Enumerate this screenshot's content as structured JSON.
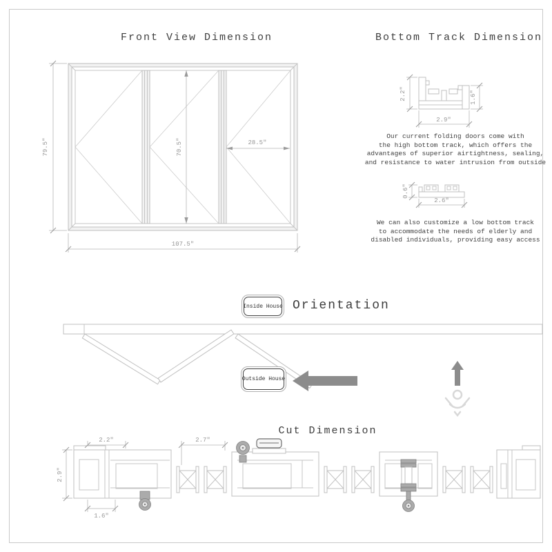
{
  "front_view": {
    "title": "Front View Dimension",
    "dim_total_height": "79.5\"",
    "dim_panel_height": "70.5\"",
    "dim_panel_width": "28.5\"",
    "dim_total_width": "107.5\""
  },
  "bottom_track": {
    "title": "Bottom Track Dimension",
    "high_track": {
      "dim_height": "2.2\"",
      "dim_right_height": "1.6\"",
      "dim_width": "2.9\"",
      "description": "Our current folding doors come with\nthe high bottom track, which offers the\nadvantages of superior airtightness, sealing,\nand resistance to water intrusion from outside"
    },
    "low_track": {
      "dim_height": "0.6\"",
      "dim_width": "2.6\"",
      "description": "We can also customize a low bottom track\nto accommodate the needs of elderly and\ndisabled individuals, providing easy access"
    }
  },
  "orientation": {
    "title": "Orientation",
    "inside_label": "Inside House",
    "outside_label": "Outside House"
  },
  "cut": {
    "title": "Cut Dimension",
    "dim_jamb_width": "2.2\"",
    "dim_stile_width": "2.7\"",
    "dim_depth": "2.9\"",
    "dim_bottom": "1.6\""
  },
  "colors": {
    "profile_line": "#c0c0c0",
    "dimension_line": "#b5b5b5",
    "dimension_text": "#979797",
    "text": "#3d3d3d",
    "arrow": "#8c8c8c"
  }
}
